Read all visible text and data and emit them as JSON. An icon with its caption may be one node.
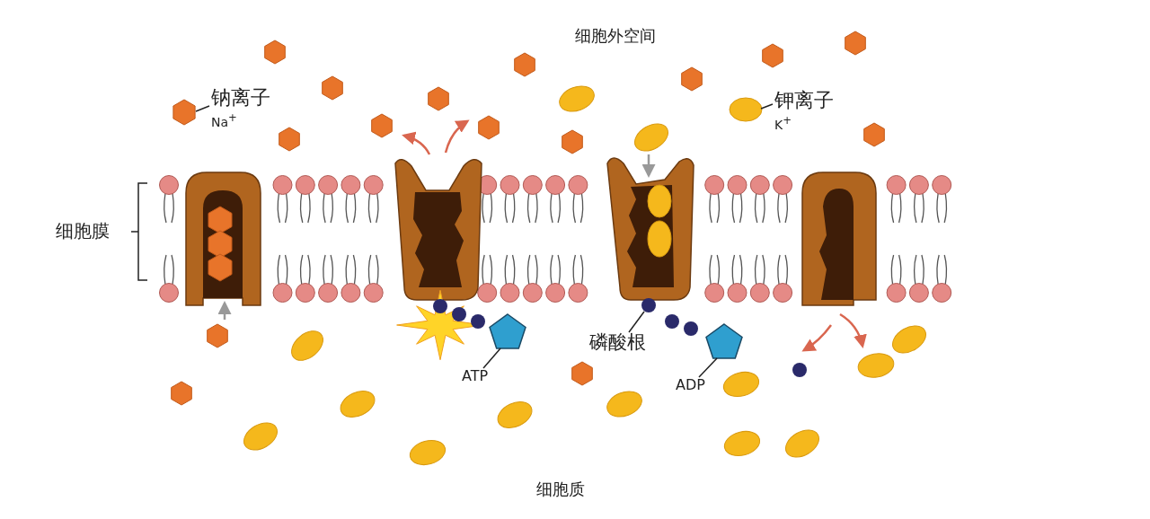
{
  "diagram": {
    "nodes": [
      {
        "text": [
          "钠离子",
          "Na$^{+}$"
        ]
      },
      {
        "text": [],
        "shape": "hexagon"
      },
      {
        "text": [
          "钾离子",
          "K$^{+}$"
        ]
      },
      {
        "text": [],
        "shape": "ellipse"
      },
      {
        "text": [
          "磷酸根"
        ]
      },
      {
        "text": [],
        "shape": "circle"
      },
      {
        "text": [
          "ATP"
        ]
      },
      {
        "text": [],
        "shape": "pentagon"
      },
      {
        "text": [
          "ADP"
        ]
      },
      {
        "text": [],
        "shape": "pentagon"
      }
    ],
    "edges": [
      {
        "from": 0,
        "to": 1,
        "arrow": "none"
      },
      {
        "from": 2,
        "to": 3,
        "arrow": "none"
      },
      {
        "from": 4,
        "to": 5,
        "arrow": "none"
      },
      {
        "from": 6,
        "to": 7,
        "arrow": "none"
      },
      {
        "from": 8,
        "to": 9,
        "arrow": "none"
      }
    ],
    "labels": [
      "细胞外空间",
      "细胞膜",
      "细胞质"
    ]
  }
}
